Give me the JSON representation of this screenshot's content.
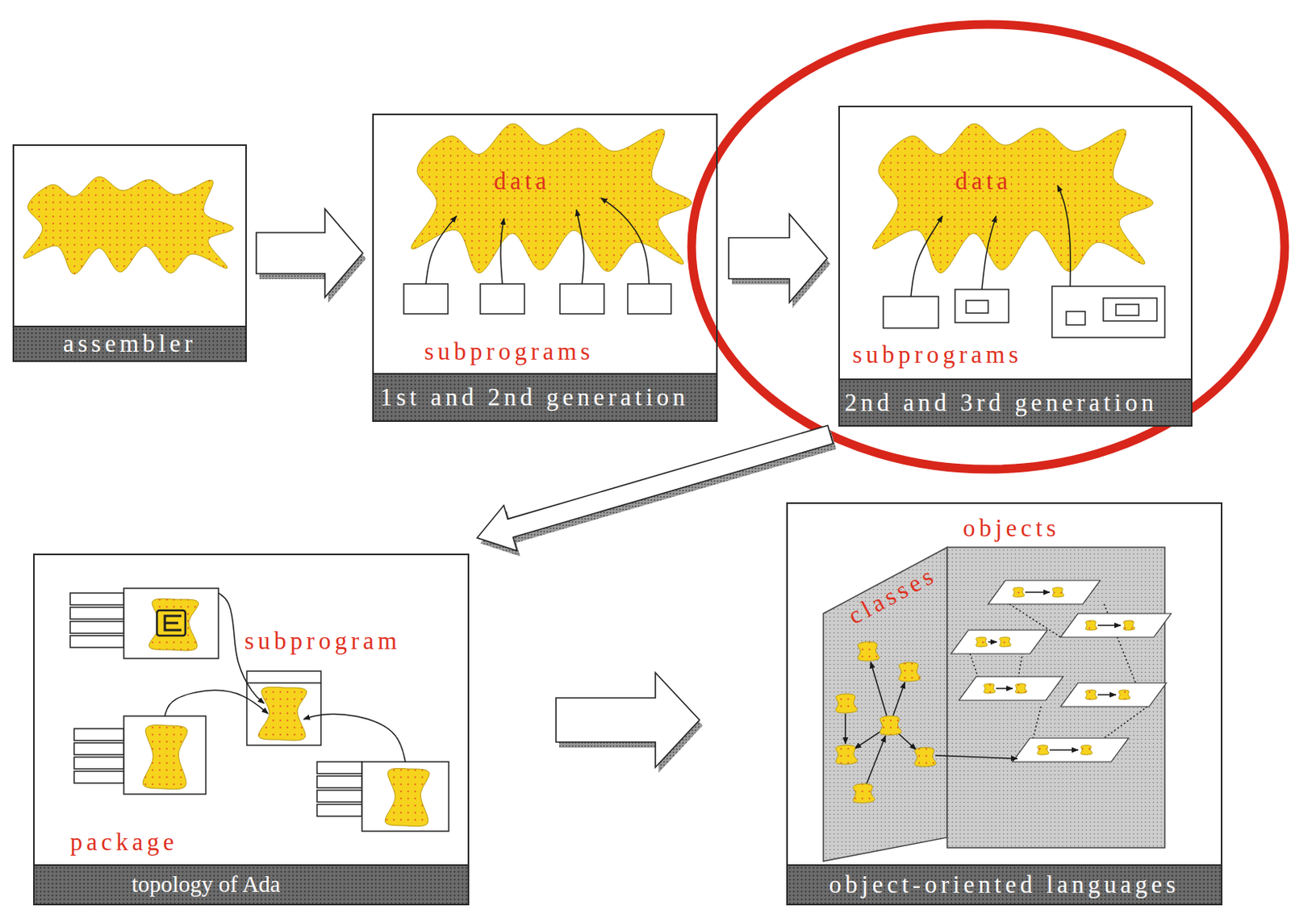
{
  "diagram": {
    "nodes": [
      {
        "text": [
          "assembler"
        ]
      },
      {
        "text": [
          "subprograms",
          "1st and 2nd generation"
        ]
      },
      {
        "text": [
          "data"
        ],
        "in": 1
      },
      {
        "text": [
          "subprograms",
          "2nd and 3rd generation"
        ]
      },
      {
        "text": [
          "data"
        ],
        "in": 3
      },
      {
        "text": [
          "subprogram",
          "package",
          "topology of Ada"
        ]
      },
      {
        "text": [
          "classes",
          "objects",
          "object-oriented languages"
        ]
      }
    ],
    "edges": [
      {
        "from": 0,
        "to": 1,
        "arrow": "to"
      },
      {
        "from": 1,
        "to": 3,
        "arrow": "to"
      },
      {
        "from": 3,
        "to": 5,
        "arrow": "to"
      },
      {
        "from": 5,
        "to": 6,
        "arrow": "to"
      }
    ]
  }
}
